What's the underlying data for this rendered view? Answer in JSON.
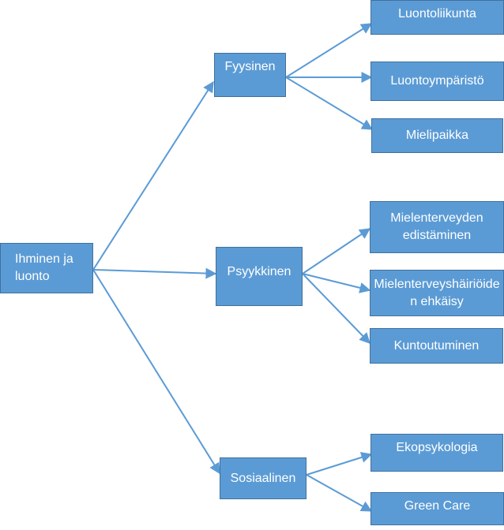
{
  "diagram": {
    "root": {
      "label": "Ihminen ja luonto"
    },
    "categories": [
      {
        "label": "Fyysinen",
        "children": [
          "Luontoliikunta",
          "Luontoympäristö",
          "Mielipaikka"
        ]
      },
      {
        "label": "Psyykkinen",
        "children": [
          "Mielenterveyden edistäminen",
          "Mielenterveyshäiriöiden ehkäisy",
          "Kuntoutuminen"
        ]
      },
      {
        "label": "Sosiaalinen",
        "children": [
          "Ekopsykologia",
          "Green Care"
        ]
      }
    ],
    "colors": {
      "box_fill": "#5b9bd5",
      "box_border": "#41719c",
      "arrow": "#5b9bd5",
      "text": "#ffffff"
    }
  }
}
